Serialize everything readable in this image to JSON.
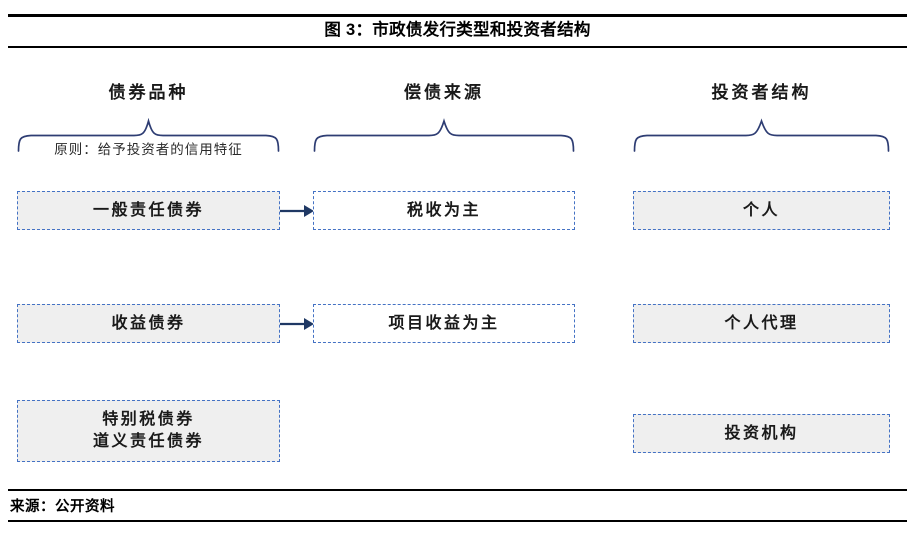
{
  "figure": {
    "title": "图 3：市政债发行类型和投资者结构",
    "source_label": "来源：公开资料"
  },
  "columns": [
    {
      "id": "bond-type",
      "header": "债券品种",
      "caption": "原则：给予投资者的信用特征"
    },
    {
      "id": "repayment-source",
      "header": "偿债来源",
      "caption": ""
    },
    {
      "id": "investor-structure",
      "header": "投资者结构",
      "caption": ""
    }
  ],
  "rows": [
    {
      "id": "row-1",
      "bond_type": {
        "label": "一般责任债券",
        "lines": [
          "一般责任债券"
        ],
        "fill": "gray"
      },
      "repayment": {
        "label": "税收为主",
        "lines": [
          "税收为主"
        ],
        "fill": "white"
      },
      "investor": {
        "label": "个人",
        "lines": [
          "个人"
        ],
        "fill": "gray"
      },
      "has_arrow": true
    },
    {
      "id": "row-2",
      "bond_type": {
        "label": "收益债券",
        "lines": [
          "收益债券"
        ],
        "fill": "gray"
      },
      "repayment": {
        "label": "项目收益为主",
        "lines": [
          "项目收益为主"
        ],
        "fill": "white"
      },
      "investor": {
        "label": "个人代理",
        "lines": [
          "个人代理"
        ],
        "fill": "gray"
      },
      "has_arrow": true
    },
    {
      "id": "row-3",
      "bond_type": {
        "label": "特别税债券 道义责任债券",
        "lines": [
          "特别税债券",
          "道义责任债券"
        ],
        "fill": "gray"
      },
      "repayment": {
        "label": "",
        "lines": [],
        "fill": "none"
      },
      "investor": {
        "label": "投资机构",
        "lines": [
          "投资机构"
        ],
        "fill": "gray"
      },
      "has_arrow": false
    }
  ],
  "cells": {
    "r1c1": "一般责任债券",
    "r1c2": "税收为主",
    "r1c3": "个人",
    "r2c1": "收益债券",
    "r2c2": "项目收益为主",
    "r2c3": "个人代理",
    "r3c1_line1": "特别税债券",
    "r3c1_line2": "道义责任债券",
    "r3c3": "投资机构"
  },
  "colors": {
    "box_border": "#4472c4",
    "box_fill_gray": "#efefef",
    "box_fill_white": "#ffffff",
    "brace_stroke": "#2e3d73",
    "arrow_stroke": "#1f3864",
    "rule": "#000000",
    "text": "#1a1a1a"
  }
}
